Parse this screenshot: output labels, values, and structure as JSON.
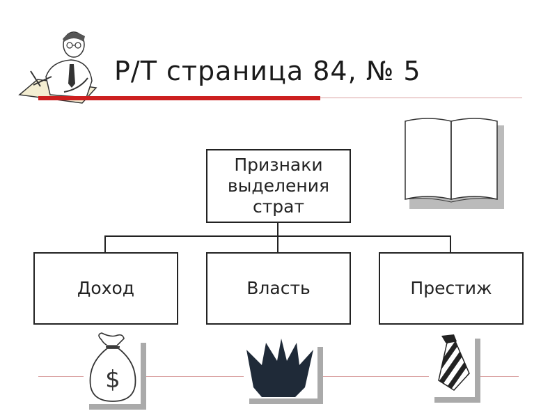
{
  "title": "Р/Т страница 84, № 5",
  "diagram": {
    "root": "Признаки выделения страт",
    "children": [
      "Доход",
      "Власть",
      "Престиж"
    ]
  },
  "icons": {
    "money_bag_symbol": "$"
  },
  "colors": {
    "accent_red": "#cc1f1f",
    "thin_rule": "#d9a0a0",
    "box_border": "#222222"
  }
}
